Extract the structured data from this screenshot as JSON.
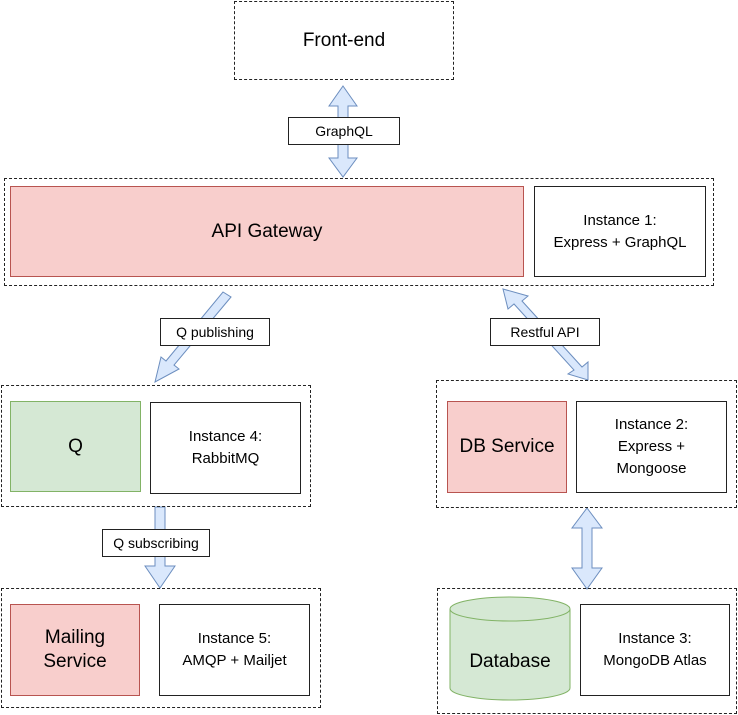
{
  "frontend": {
    "label": "Front-end"
  },
  "links": {
    "graphql": "GraphQL",
    "q_publishing": "Q publishing",
    "restful_api": "Restful API",
    "q_subscribing": "Q subscribing"
  },
  "gateway": {
    "label": "API Gateway",
    "instance": "Instance 1:\nExpress + GraphQL"
  },
  "queue": {
    "label": "Q",
    "instance": "Instance 4:\nRabbitMQ"
  },
  "db_service": {
    "label": "DB Service",
    "instance": "Instance 2:\nExpress +\nMongoose"
  },
  "mailing": {
    "label": "Mailing\nService",
    "instance": "Instance 5:\nAMQP + Mailjet"
  },
  "database": {
    "label": "Database",
    "instance": "Instance 3:\nMongoDB Atlas"
  },
  "colors": {
    "service_fill": "#f8cecc",
    "queue_fill": "#d5e8d4",
    "arrow_fill": "#dae8fc",
    "arrow_stroke": "#6c8ebf"
  }
}
